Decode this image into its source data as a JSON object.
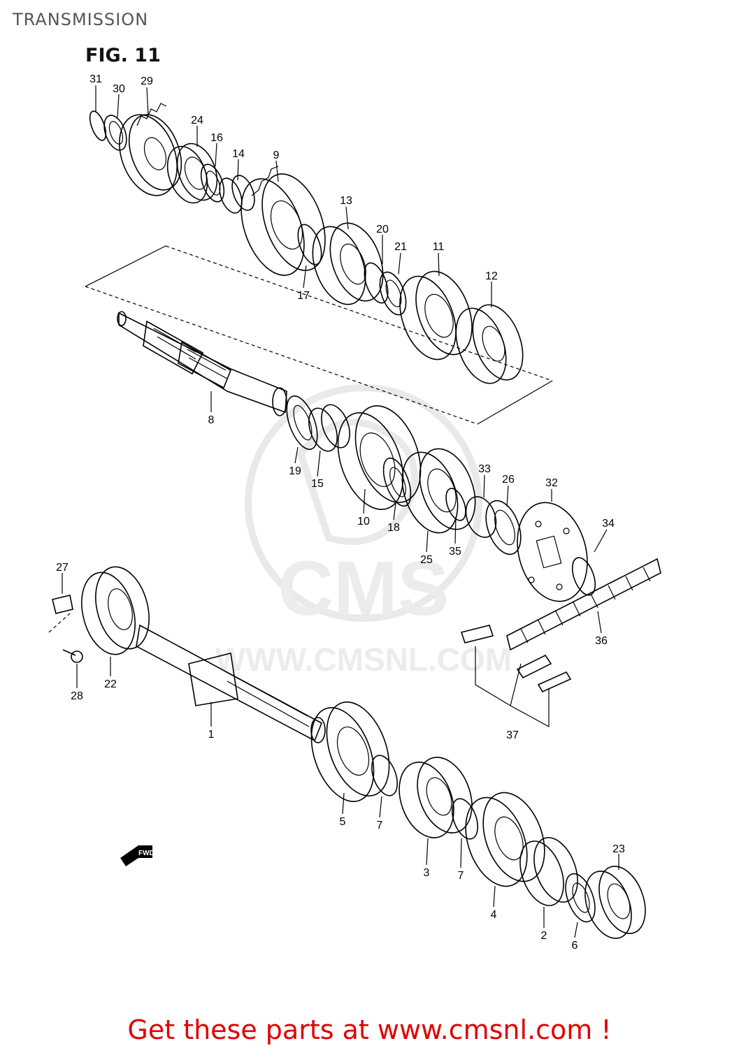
{
  "header": {
    "title": "TRANSMISSION",
    "figure": "FIG. 11"
  },
  "watermark": {
    "brand": "CMS",
    "url": "WWW.CMSNL.COM"
  },
  "callouts": [
    "31",
    "30",
    "29",
    "24",
    "16",
    "14",
    "9",
    "13",
    "20",
    "21",
    "11",
    "12",
    "17",
    "8",
    "19",
    "15",
    "10",
    "18",
    "25",
    "35",
    "33",
    "26",
    "32",
    "34",
    "36",
    "37",
    "27",
    "22",
    "28",
    "1",
    "5",
    "7",
    "3",
    "7",
    "4",
    "2",
    "6",
    "23"
  ],
  "fwd_icon": "FWD",
  "footer": {
    "cta": "Get these parts at www.cmsnl.com !"
  }
}
